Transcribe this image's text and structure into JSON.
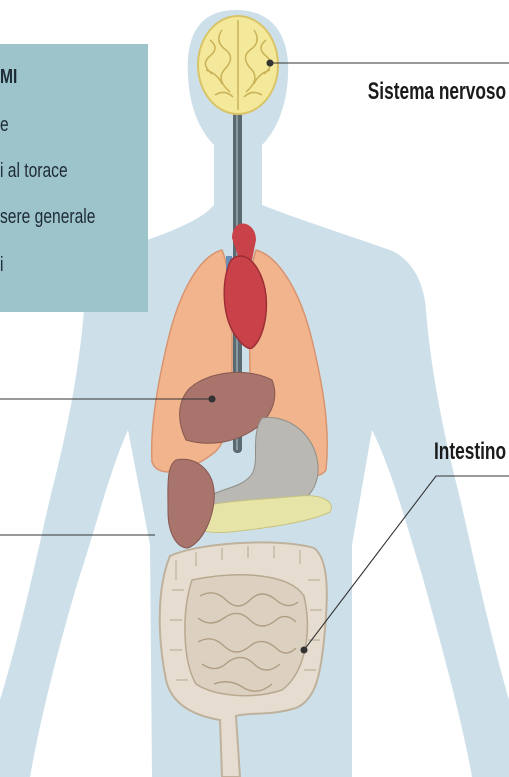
{
  "infobox": {
    "lines": [
      "MI",
      "e",
      "i al torace",
      "sere generale",
      "i"
    ]
  },
  "labels": {
    "nervous_system": "Sistema nervoso",
    "intestine": "Intestino"
  },
  "colors": {
    "body_silhouette": "#cde0ea",
    "infobox_bg": "#9dc3cb",
    "brain": "#f4e89a",
    "lungs": "#f2b48c",
    "heart": "#c9424a",
    "liver": "#a8746c",
    "stomach": "#b9b8b2",
    "intestine": "#e6ddd0",
    "spine": "#5b6a70"
  }
}
